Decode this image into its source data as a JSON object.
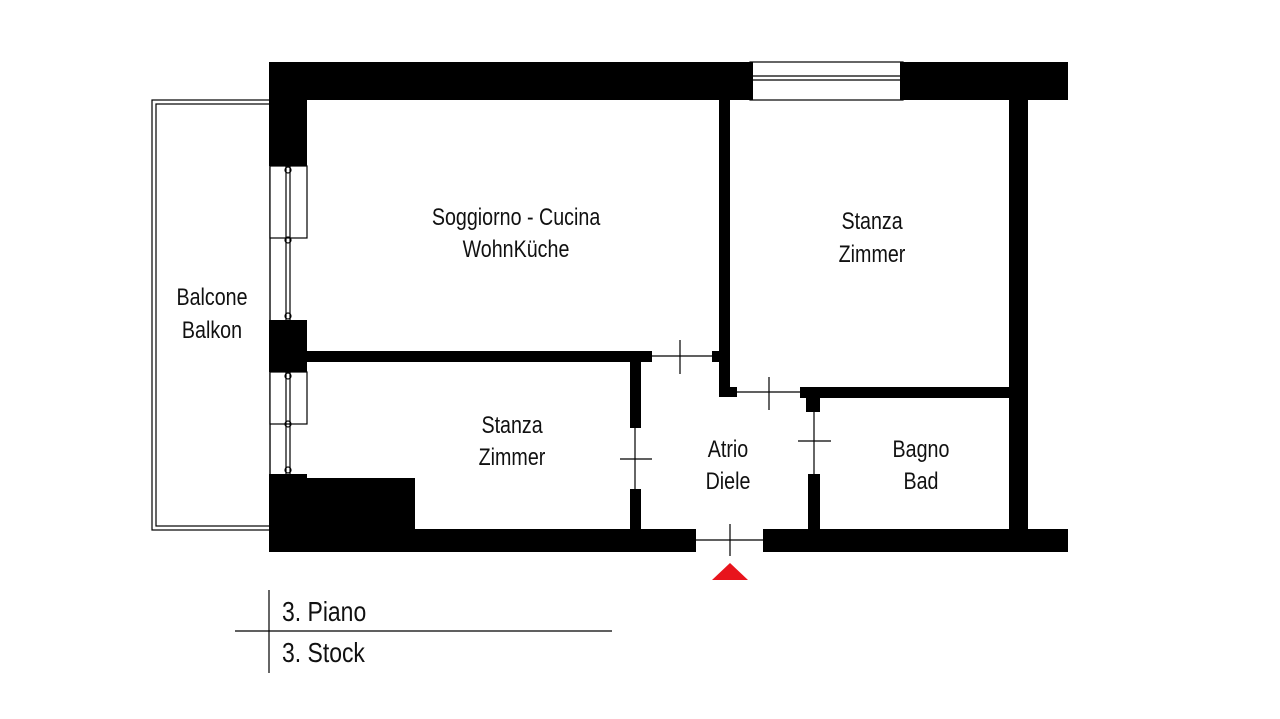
{
  "rooms": {
    "living": {
      "line1": "Soggiorno - Cucina",
      "line2": "WohnKüche"
    },
    "room_right": {
      "line1": "Stanza",
      "line2": "Zimmer"
    },
    "balcony": {
      "line1": "Balcone",
      "line2": "Balkon"
    },
    "room_bottom": {
      "line1": "Stanza",
      "line2": "Zimmer"
    },
    "hall": {
      "line1": "Atrio",
      "line2": "Diele"
    },
    "bath": {
      "line1": "Bagno",
      "line2": "Bad"
    }
  },
  "floor": {
    "italian": "3. Piano",
    "german": "3. Stock"
  },
  "colors": {
    "wall": "#000000",
    "entrance_marker": "#e8141c",
    "text": "#111111"
  }
}
